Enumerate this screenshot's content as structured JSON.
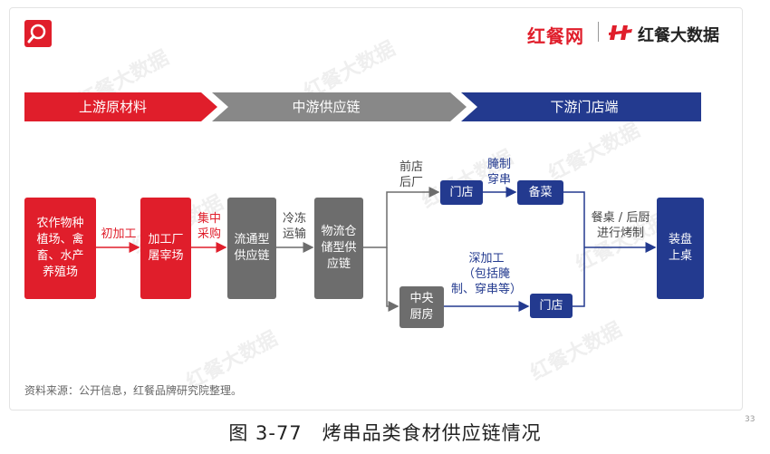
{
  "brand": {
    "left": "红餐网",
    "right": "红餐大数据"
  },
  "stages": [
    "上游原材料",
    "中游供应链",
    "下游门店端"
  ],
  "nodes": {
    "farm": "农作物种\n植场、禽\n畜、水产\n养殖场",
    "factory": "加工厂\n屠宰场",
    "circulation": "流通型\n供应链",
    "logistics": "物流仓\n储型供\n应链",
    "store_top": "门店",
    "prep": "备菜",
    "central": "中央\n厨房",
    "store_bottom": "门店",
    "plate": "装盘\n上桌"
  },
  "edge_labels": {
    "initial": "初加工",
    "purchase": "集中\n采购",
    "cold": "冷冻\n运输",
    "front_back": "前店\n后厂",
    "pickle": "腌制\n穿串",
    "deep": "深加工\n（包括腌\n制、穿串等）",
    "grill": "餐桌 / 后厨\n进行烤制"
  },
  "source": "资料来源：公开信息，红餐品牌研究院整理。",
  "watermark": "红餐大数据",
  "figure_caption": "图 3-77　烤串品类食材供应链情况",
  "page_number": "33",
  "colors": {
    "red": "#e01e2b",
    "gray": "#6d6d6d",
    "blue": "#233a8f"
  }
}
